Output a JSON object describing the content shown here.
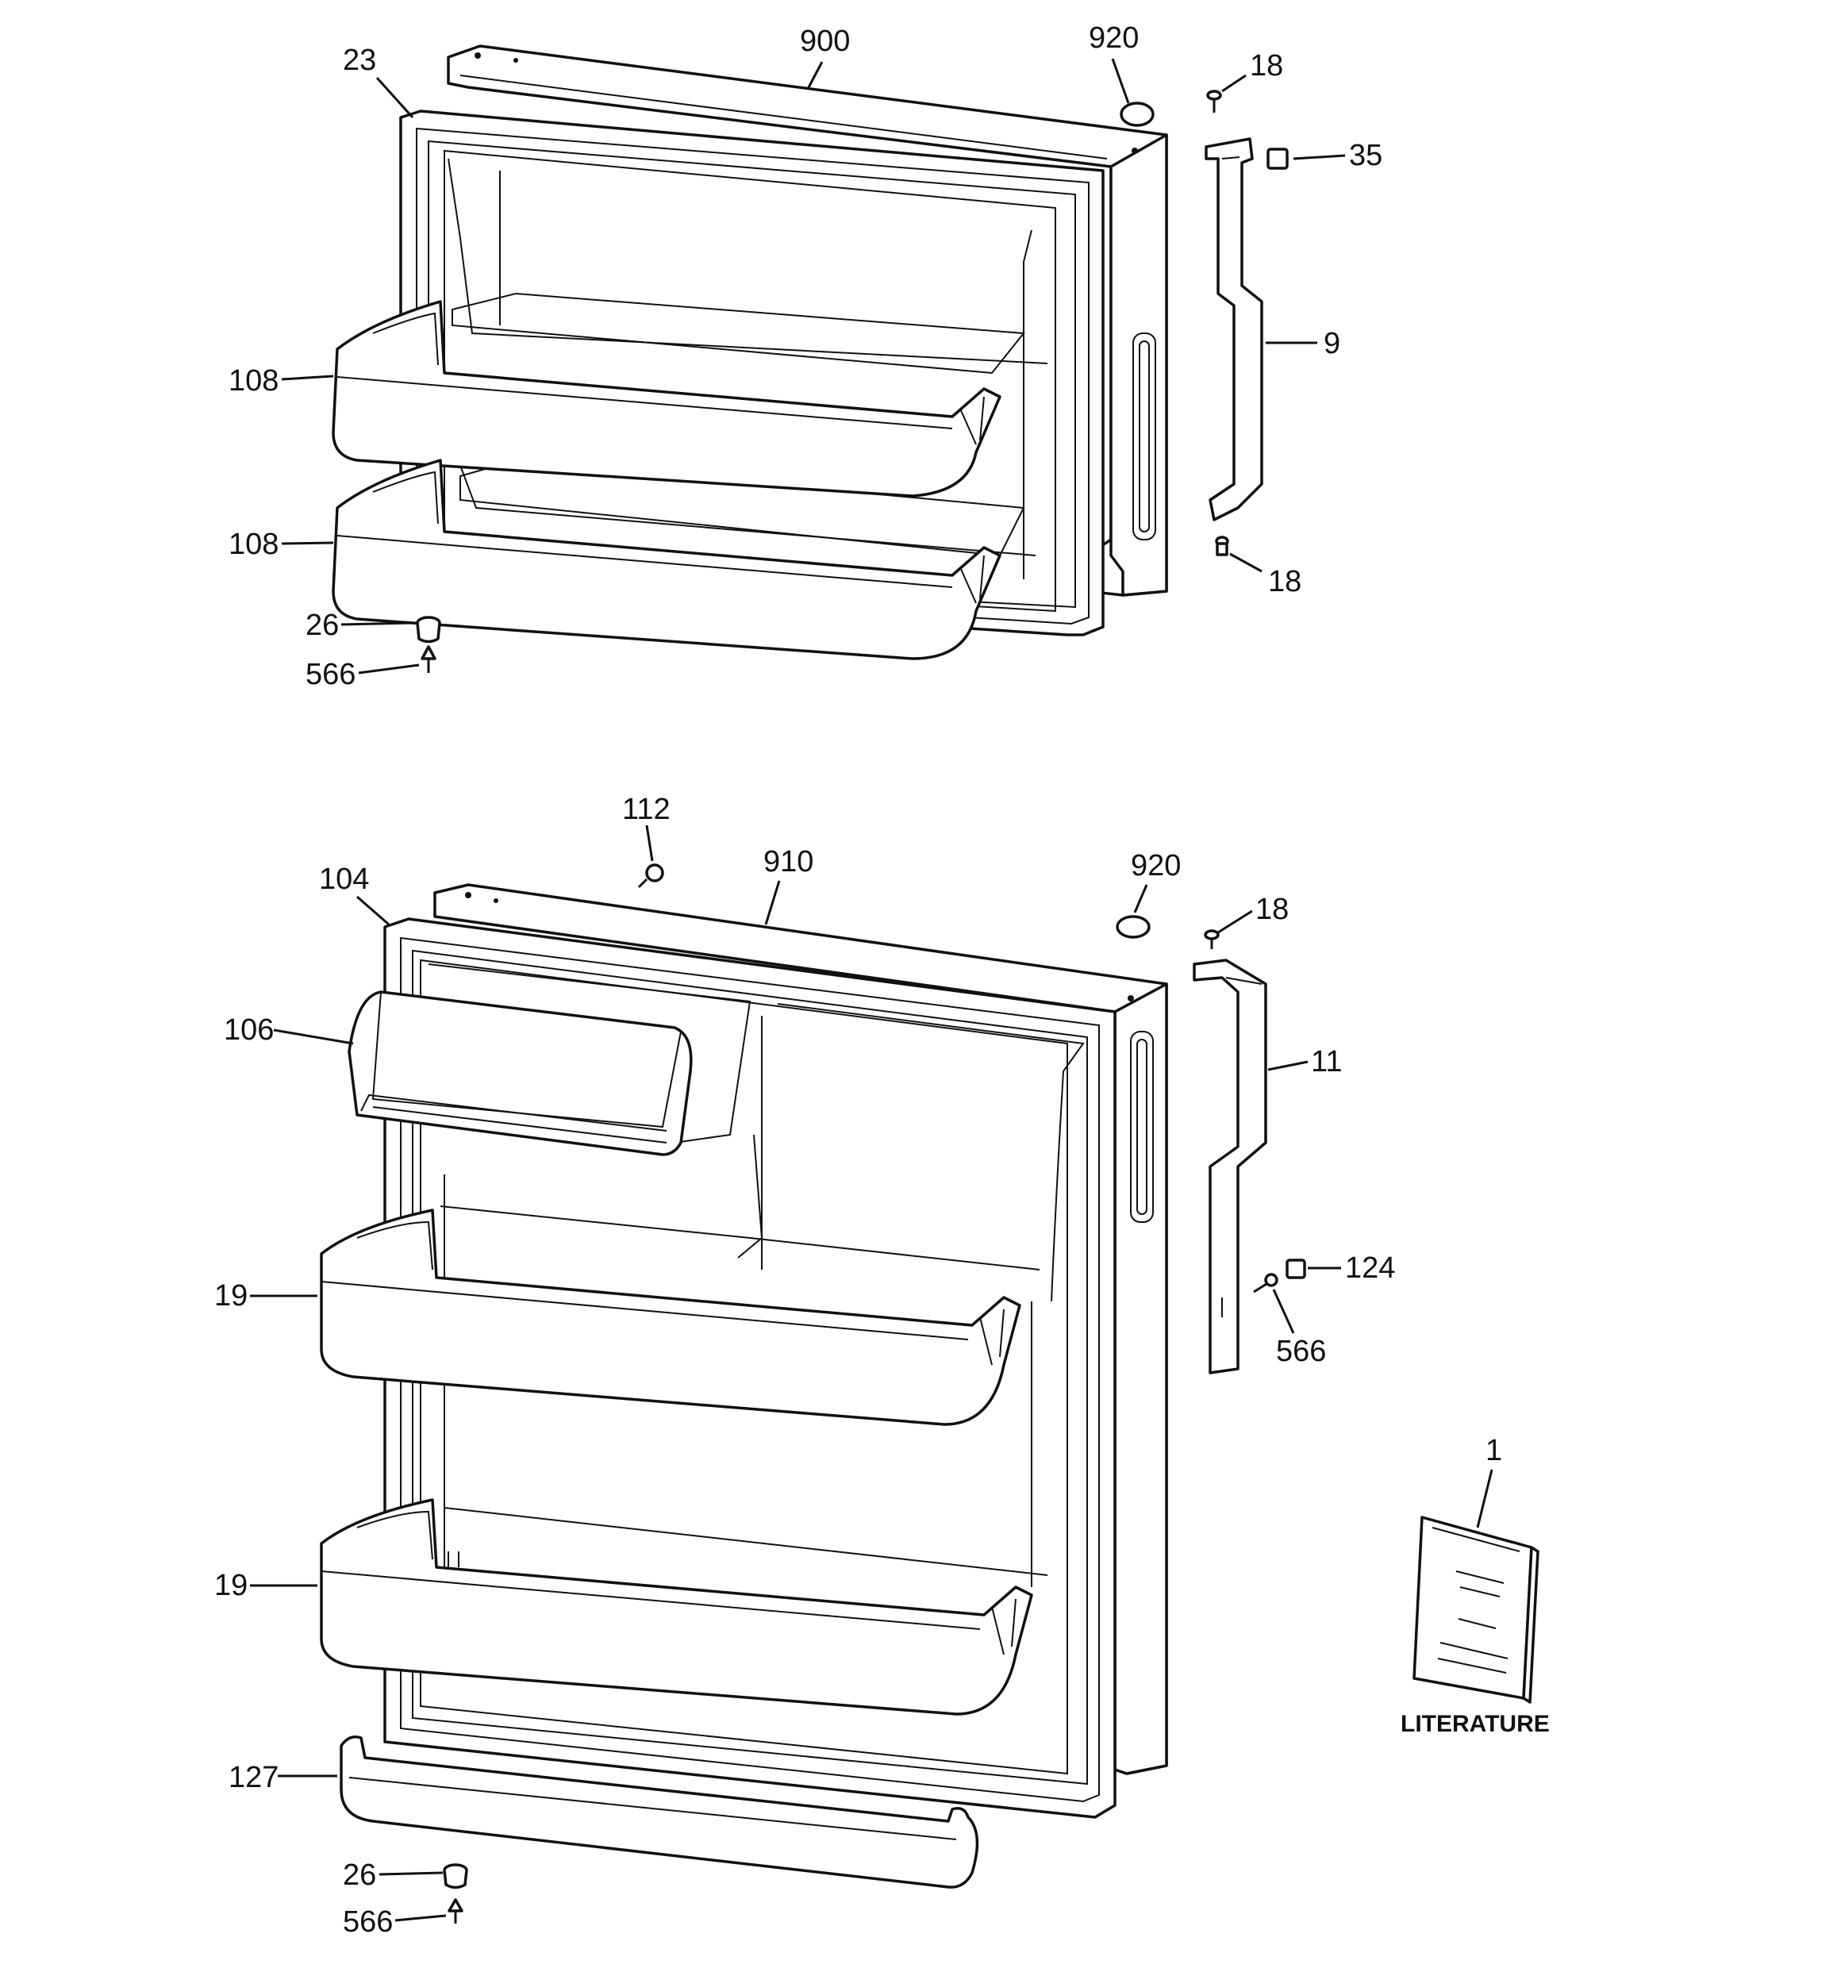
{
  "diagram": {
    "type": "exploded parts diagram",
    "callouts": {
      "freezer_door": "900",
      "freezer_gasket": "23",
      "freezer_plug": "920",
      "freezer_screw_top": "18",
      "freezer_hinge_cap": "35",
      "freezer_hinge": "9",
      "freezer_screw_bottom": "18",
      "freezer_shelf_upper": "108",
      "freezer_shelf_lower": "108",
      "freezer_stop": "26",
      "freezer_stop_screw": "566",
      "fresh_door_screw": "112",
      "fresh_door": "910",
      "fresh_plug": "920",
      "fresh_gasket": "104",
      "fresh_screw_top": "18",
      "dairy_door": "106",
      "fresh_hinge": "11",
      "fresh_shelf_upper": "19",
      "fresh_shelf_lower": "19",
      "hinge_plate": "124",
      "hinge_screw": "566",
      "literature_item": "1",
      "bottom_shelf": "127",
      "fresh_stop": "26",
      "fresh_stop_screw": "566"
    },
    "literature_label": "LITERATURE"
  }
}
